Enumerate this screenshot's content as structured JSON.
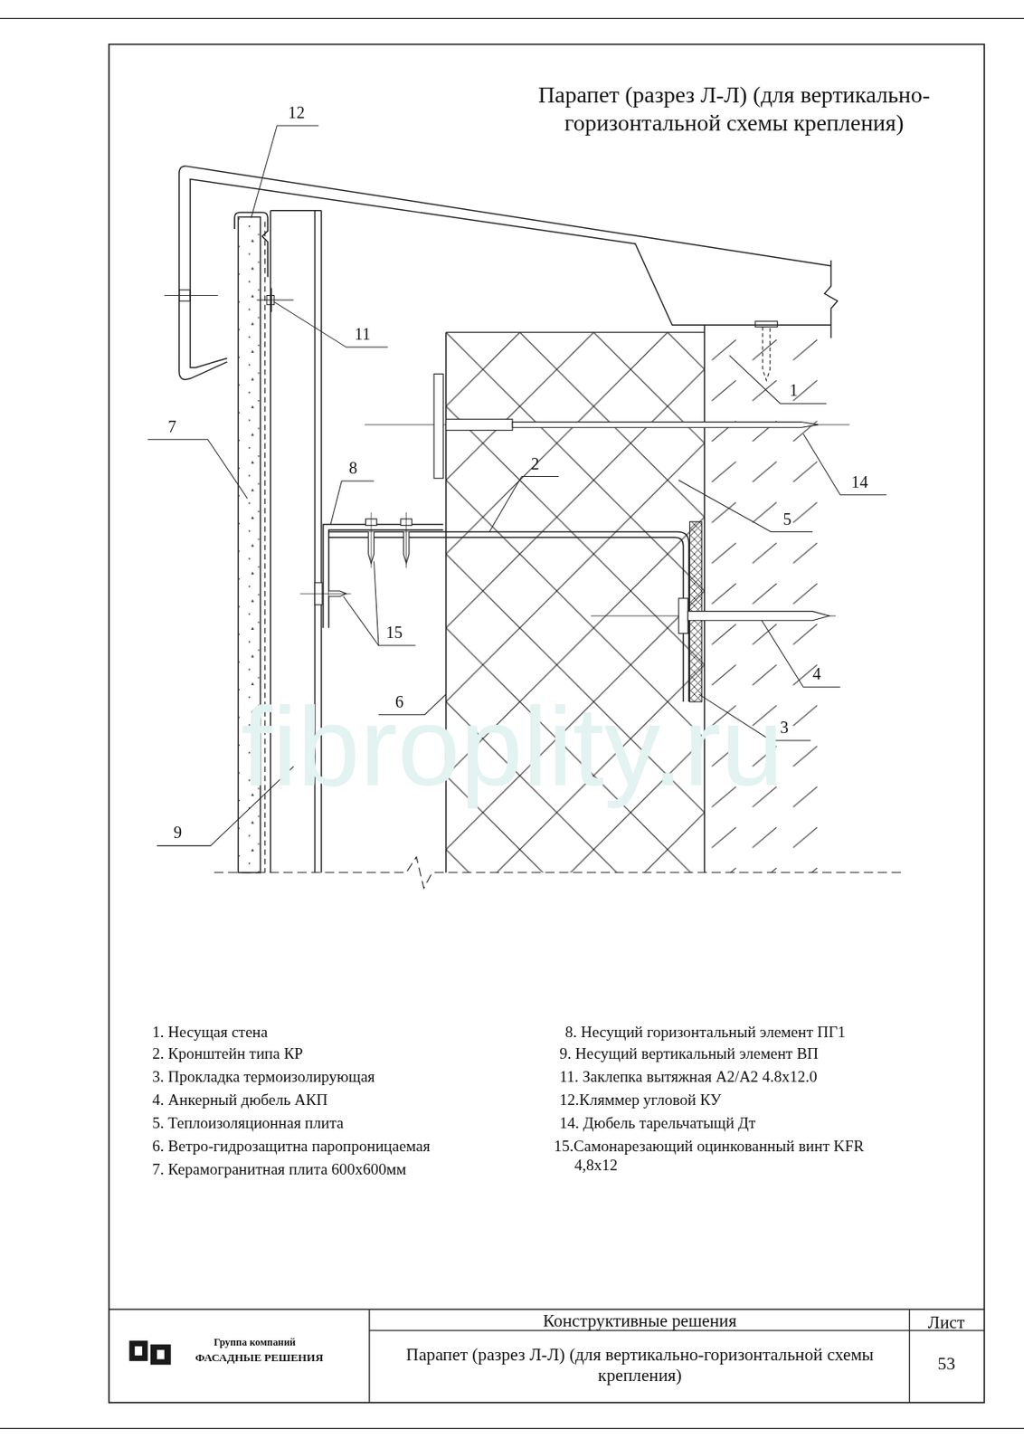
{
  "diagram": {
    "title": "Парапет (разрез Л-Л) (для вертикально-горизонтальной схемы крепления)",
    "labels": [
      "12",
      "11",
      "1",
      "14",
      "7",
      "8",
      "2",
      "5",
      "15",
      "4",
      "6",
      "3",
      "9",
      "fibroplity.ru",
      "1. Несущая стена",
      "8. Несущий горизонтальный элемент ПГ1",
      "2. Кронштейн типа КР",
      "9. Несущий вертикальный элемент ВП",
      "3. Прокладка термоизолирующая",
      "11. Заклепка вытяжная A2/A2 4.8x12.0",
      "4. Анкерный дюбель АКП",
      "12.Кляммер угловой КУ",
      "5. Теплоизоляционная плита",
      "14. Дюбель тарельчатыщй Дт",
      "6. Ветро-гидрозащитна паропроницаемая",
      "15.Самонарезающий оцинкованный винт KFR 4,8x12",
      "7. Керамогранитная плита 600x600мм",
      "Конструктивные решения",
      "Лист",
      "Группа компаний",
      "ФАСАДНЫЕ РЕШЕНИЯ",
      "Парапет (разрез Л-Л) (для вертикально-горизонтальной схемы крепления)",
      "53"
    ]
  }
}
